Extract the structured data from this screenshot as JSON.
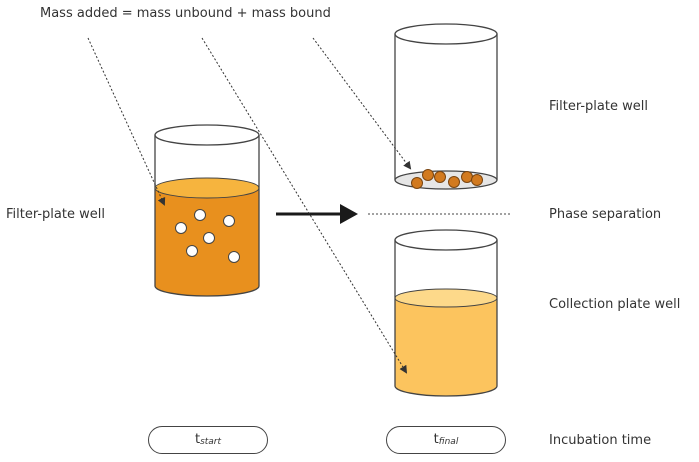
{
  "diagram": {
    "title_equation": "Mass added = mass unbound + mass bound",
    "labels": {
      "filter_plate_left": "Filter-plate  well",
      "filter_plate_right": "Filter-plate  well",
      "phase_separation": "Phase separation",
      "collection_plate": "Collection plate well",
      "incubation_time": "Incubation time"
    },
    "time_points": {
      "start": {
        "base": "t",
        "sub": "start"
      },
      "final": {
        "base": "t",
        "sub": "final"
      }
    },
    "colors": {
      "dark_liquid": "#e8901e",
      "light_liquid": "#fcc45e",
      "liquid_top_dark": "#f6b43e",
      "liquid_top_light": "#fdd98a",
      "bead_fill": "#d27a1f",
      "outline": "#444444"
    }
  }
}
